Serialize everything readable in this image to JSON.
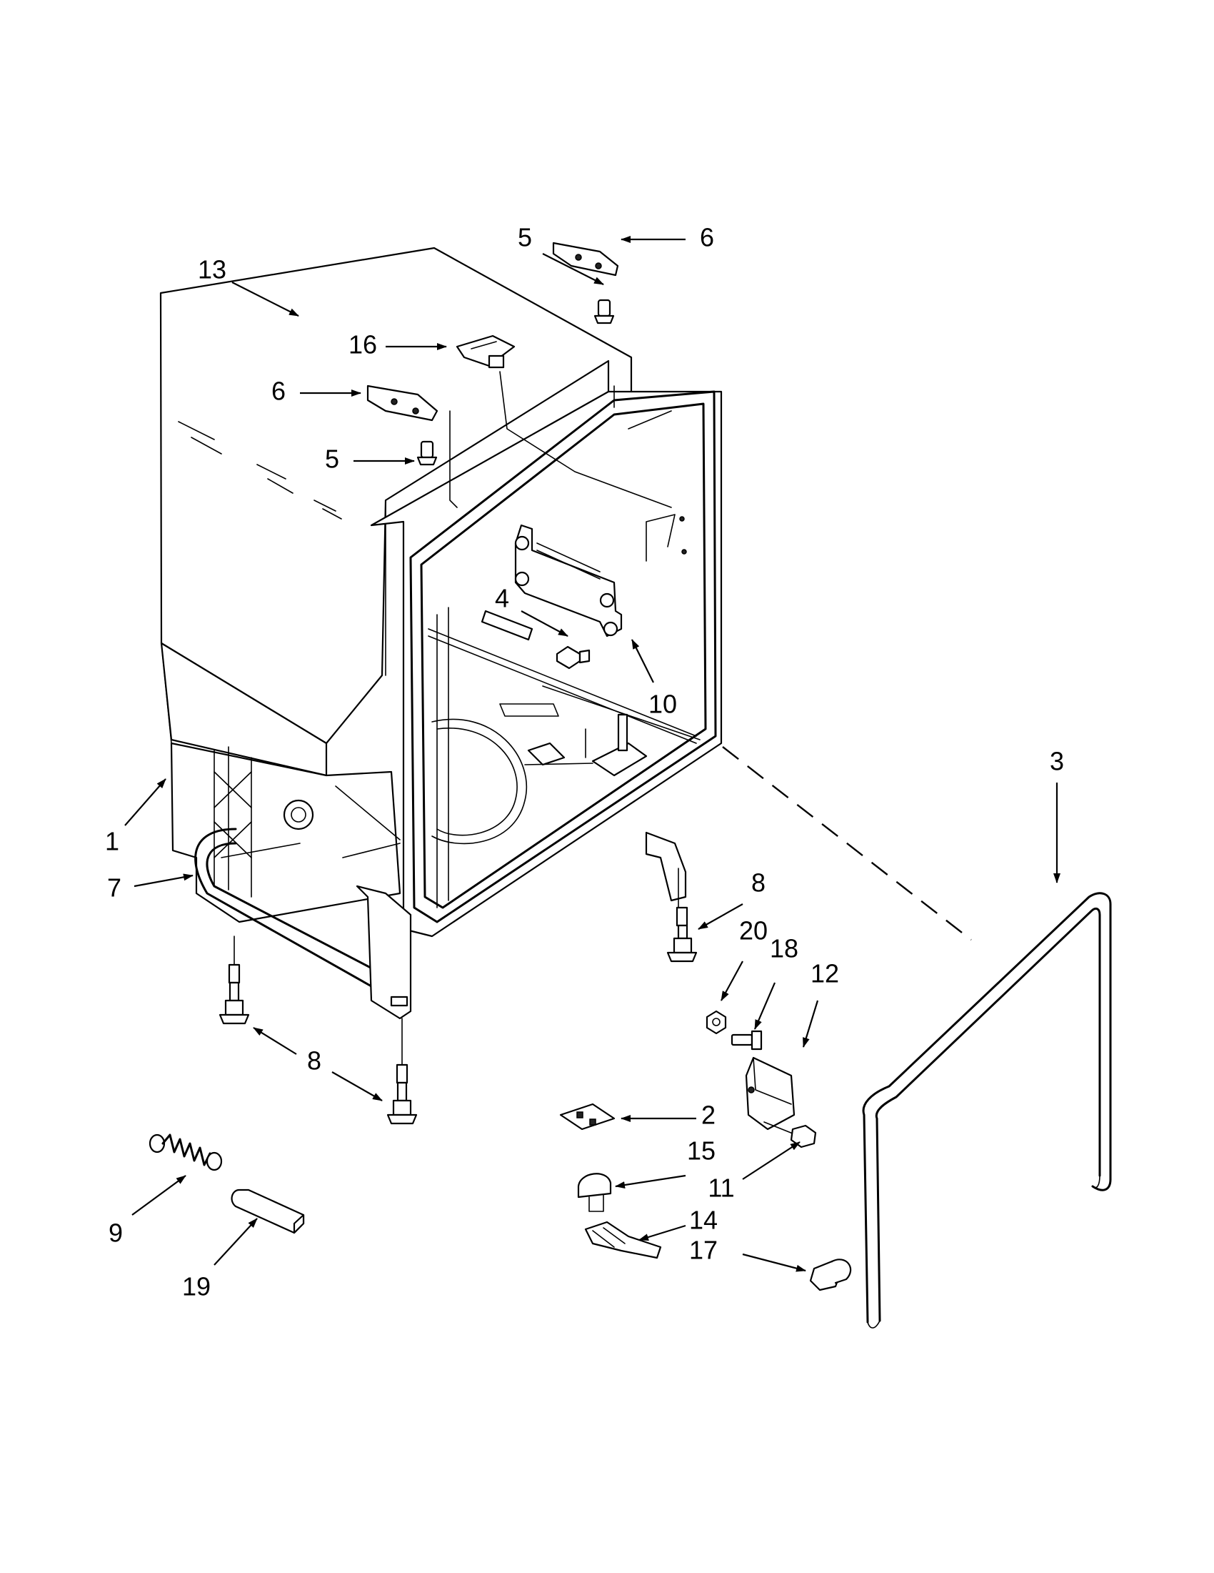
{
  "callouts": [
    {
      "id": "c13",
      "text": "13"
    },
    {
      "id": "c5a",
      "text": "5"
    },
    {
      "id": "c6a",
      "text": "6"
    },
    {
      "id": "c16",
      "text": "16"
    },
    {
      "id": "c6b",
      "text": "6"
    },
    {
      "id": "c5b",
      "text": "5"
    },
    {
      "id": "c4",
      "text": "4"
    },
    {
      "id": "c10",
      "text": "10"
    },
    {
      "id": "c3",
      "text": "3"
    },
    {
      "id": "c1",
      "text": "1"
    },
    {
      "id": "c7",
      "text": "7"
    },
    {
      "id": "c8a",
      "text": "8"
    },
    {
      "id": "c20",
      "text": "20"
    },
    {
      "id": "c18",
      "text": "18"
    },
    {
      "id": "c12",
      "text": "12"
    },
    {
      "id": "c8b",
      "text": "8"
    },
    {
      "id": "c2",
      "text": "2"
    },
    {
      "id": "c15",
      "text": "15"
    },
    {
      "id": "c11",
      "text": "11"
    },
    {
      "id": "c14",
      "text": "14"
    },
    {
      "id": "c17",
      "text": "17"
    },
    {
      "id": "c9",
      "text": "9"
    },
    {
      "id": "c19",
      "text": "19"
    }
  ]
}
